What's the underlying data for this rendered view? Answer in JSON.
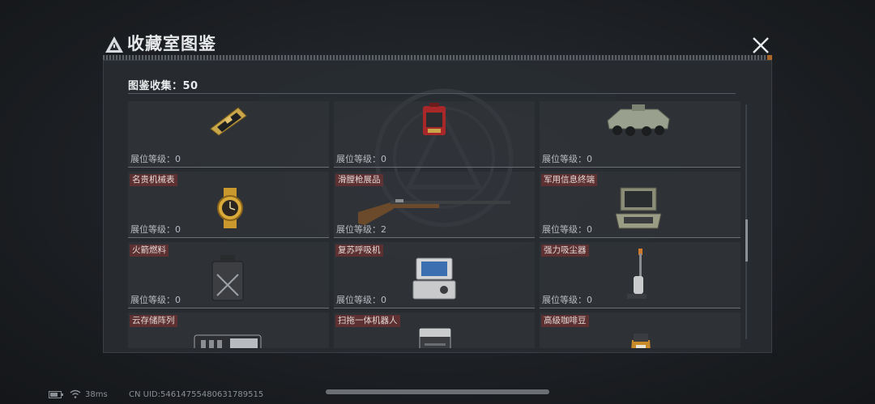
{
  "header": {
    "title": "收藏室图鉴",
    "collection_label": "图鉴收集：50"
  },
  "items": [
    {
      "name": "",
      "level": "展位等级：0",
      "icon": "gold-circuit-board-icon"
    },
    {
      "name": "",
      "level": "展位等级：0",
      "icon": "red-backpack-icon"
    },
    {
      "name": "",
      "level": "展位等级：0",
      "icon": "armored-vehicle-icon"
    },
    {
      "name": "名贵机械表",
      "level": "展位等级：0",
      "icon": "gold-watch-icon"
    },
    {
      "name": "滑膛枪展品",
      "level": "展位等级：2",
      "icon": "musket-icon"
    },
    {
      "name": "军用信息终端",
      "level": "展位等级：0",
      "icon": "military-terminal-icon"
    },
    {
      "name": "火箭燃料",
      "level": "展位等级：0",
      "icon": "fuel-jerrycan-icon"
    },
    {
      "name": "复苏呼吸机",
      "level": "展位等级：0",
      "icon": "ventilator-icon"
    },
    {
      "name": "强力吸尘器",
      "level": "展位等级：0",
      "icon": "vacuum-cleaner-icon"
    },
    {
      "name": "云存储阵列",
      "level": "",
      "icon": "storage-array-icon"
    },
    {
      "name": "扫拖一体机器人",
      "level": "",
      "icon": "mop-robot-icon"
    },
    {
      "name": "高级咖啡豆",
      "level": "",
      "icon": "coffee-bag-icon"
    }
  ],
  "status_bar": {
    "ping": "38ms",
    "uid": "CN UID:5461475548063178951​5"
  },
  "colors": {
    "name_tag": "#6e3030",
    "accent": "#d07a2a"
  }
}
